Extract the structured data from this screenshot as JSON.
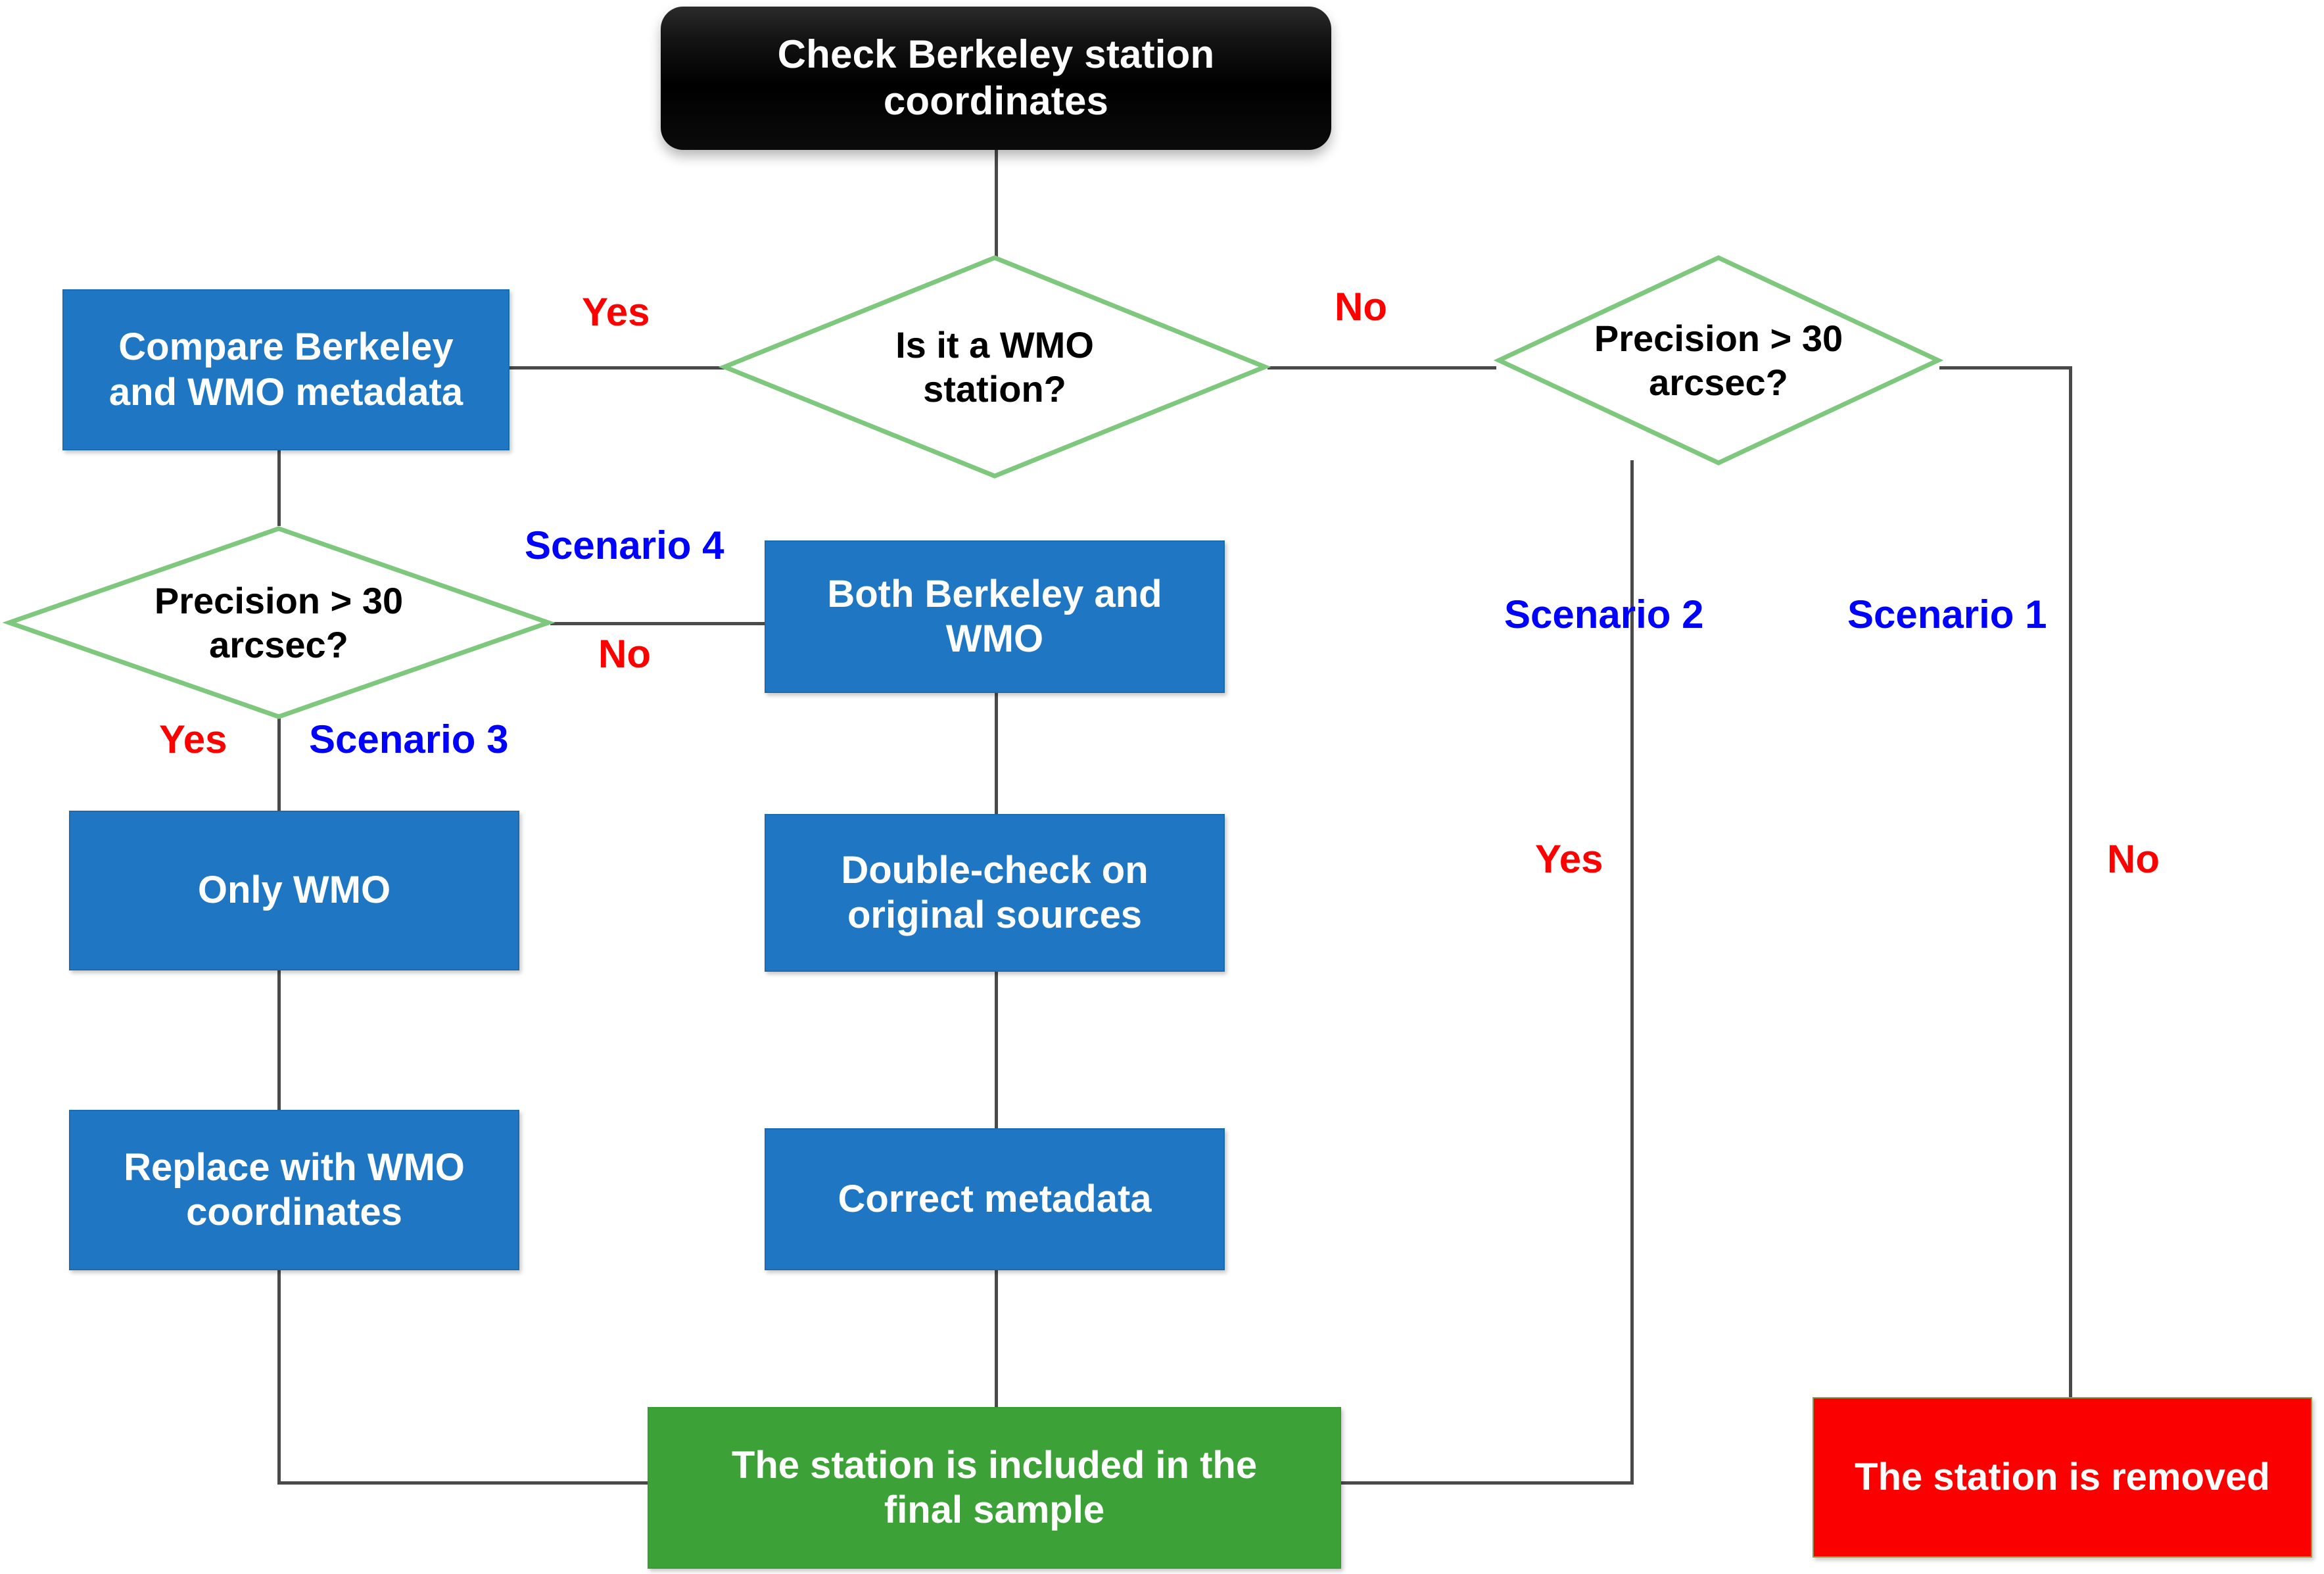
{
  "diagram": {
    "title_node": "Check Berkeley station\ncoordinates",
    "colors": {
      "process": "#1f77c4",
      "accept": "#3ca136",
      "reject": "#fa0000",
      "decision_border": "#7dc87d",
      "start": "#000000",
      "yes_no": "#ff0000",
      "scenario": "#0000ff",
      "connector": "#4a4a4a"
    },
    "nodes": {
      "start": "Check Berkeley station\ncoordinates",
      "compare": "Compare Berkeley\nand WMO metadata",
      "is_wmo": "Is it a WMO\nstation?",
      "precision_right": "Precision > 30\narcsec?",
      "precision_left": "Precision > 30\narcsec?",
      "both": "Both Berkeley and\nWMO",
      "only_wmo": "Only WMO",
      "double_check": "Double-check on\noriginal sources",
      "replace": "Replace with WMO\ncoordinates",
      "correct": "Correct metadata",
      "included": "The station is included in the\nfinal sample",
      "removed": "The station is removed"
    },
    "edge_labels": {
      "yes_wmo": "Yes",
      "no_wmo": "No",
      "no_precision_left": "No",
      "yes_precision_left": "Yes",
      "yes_precision_right": "Yes",
      "no_precision_right": "No"
    },
    "scenarios": {
      "s1": "Scenario 1",
      "s2": "Scenario 2",
      "s3": "Scenario 3",
      "s4": "Scenario 4"
    }
  }
}
